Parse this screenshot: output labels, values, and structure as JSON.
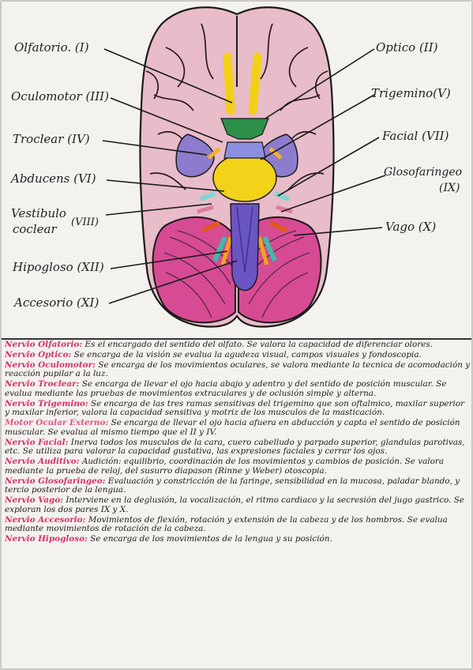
{
  "labels": {
    "olfatorio": "Olfatorio. (I)",
    "oculomotor": "Oculomotor (III)",
    "troclear": "Troclear (IV)",
    "abducens": "Abducens (VI)",
    "vestibulo_1": "Vestibulo",
    "vestibulo_2": "coclear",
    "vestibulo_num": "(VIII)",
    "hipogloso": "Hipogloso (XII)",
    "accesorio": "Accesorio (XI)",
    "optico": "Optico (II)",
    "trigemino": "Trigemino(V)",
    "facial": "Facial (VII)",
    "glosofaringeo_1": "Glosofaringeo",
    "glosofaringeo_2": "(IX)",
    "vago": "Vago (X)"
  },
  "notes": [
    {
      "title": "Nervio Olfatorio:",
      "text": "Es el encargado del sentido del olfato. Se valora la capacidad de diferenciar olores."
    },
    {
      "title": "Nervio Optico:",
      "text": "Se encarga de la visión se evalua la agudeza visual, campos visuales y fondoscopia."
    },
    {
      "title": "Nervio Oculomotor:",
      "text": "Se encarga de los movimientos oculares, se valora mediante la tecnica de acomodación y reacción pupilar a la luz."
    },
    {
      "title": "Nervio Troclear:",
      "text": "Se encarga de llevar el ojo hacia abajo y adentro y del sentido de posición muscular. Se evalua mediante las pruebas de movimientos extraculares y de oclusión simple y alterna."
    },
    {
      "title": "Nervio Trigemino:",
      "text": "Se encarga de las tres ramas sensitivas del trigemino que son oftalmico, maxilar superior y maxilar inferior, valora la capacidad sensitiva y motriz de los musculos de la masticación."
    },
    {
      "title": "Motor Ocular Externo:",
      "text": "Se encarga de llevar el ojo hacia afuera en abducción y capta el sentido de posición muscular. Se evalua al mismo tiempo que el II y IV."
    },
    {
      "title": "Nervio Facial:",
      "text": "Inerva todos los musculos de la cara, cuero cabelludo y parpado superior, glandulas parotivas, etc. Se utiliza para valorar la capacidad gustativa, las expresiones faciales y cerrar los ojos."
    },
    {
      "title": "Nervio Auditivo:",
      "text": "Audición: equilibrio, coordinación de los movimientos y cambios de posición. Se valora mediante la prueba de reloj, del susurro diapason (Rinne y Weber) otoscopia."
    },
    {
      "title": "Nervio Glosofaringeo:",
      "text": "Evaluación y constricción de la faringe, sensibilidad en la mucosa, paladar blando, y tercio posterior de la lengua."
    },
    {
      "title": "Nervio Vago:",
      "text": "Interviene en la deglusión, la vocalización, el ritmo cardiaco y la secresión del jugo gastrico. Se exploran los dos pares IX y X."
    },
    {
      "title": "Nervio Accesorio:",
      "text": "Movimientos de flexión, rotación y extensión de la cabeza y de los hombros. Se evalua mediante movimientos de rotación de la cabeza."
    },
    {
      "title": "Nervio Hipogloso:",
      "text": "Se encarga de los movimientos de la lengua y su posición."
    }
  ]
}
